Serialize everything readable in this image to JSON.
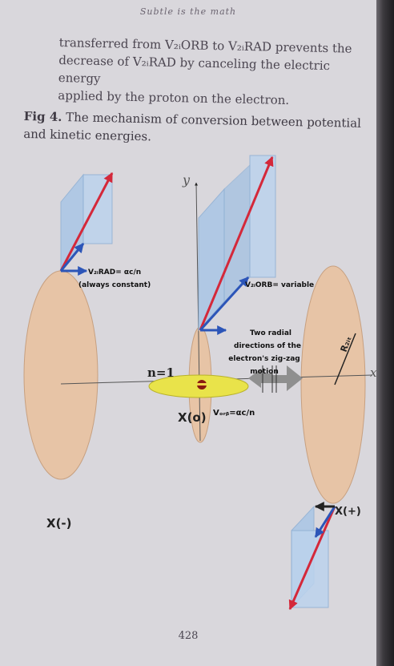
{
  "running_head": "Subtle is the math",
  "paragraph": {
    "lines": [
      "transferred from V₂ᵢORB to V₂ᵢRAD prevents the",
      "decrease of V₂ᵢRAD by canceling the electric energy",
      "applied by the proton on the electron."
    ]
  },
  "caption": {
    "label": "Fig 4.",
    "text": " The mechanism of conversion between potential and kinetic energies."
  },
  "figure": {
    "axis_y": "y",
    "axis_x": "x",
    "label_vrad": "V₂ᵢRAD= αc/n",
    "label_vrad_note": "(always constant)",
    "label_vorb_var": "V₂ᵢORB= variable",
    "label_radial_1": "Two radial",
    "label_radial_2": "directions of the",
    "label_radial_3": "electron's zig-zag",
    "label_radial_4": "motion",
    "label_n": "n=1",
    "label_x0": "X(o)",
    "label_vorb": "Vₒᵣᵦ=αc/n",
    "label_xminus": "X(-)",
    "label_xplus": "X(+)",
    "label_rzit": "R₂ᵢₜ",
    "colors": {
      "ellipse": "#e7c4a6",
      "box": "#a9c6e6",
      "arrow_red": "#d4283a",
      "arrow_blue": "#2c55b8",
      "orbit": "#e9e34a"
    }
  },
  "page_number": "428"
}
